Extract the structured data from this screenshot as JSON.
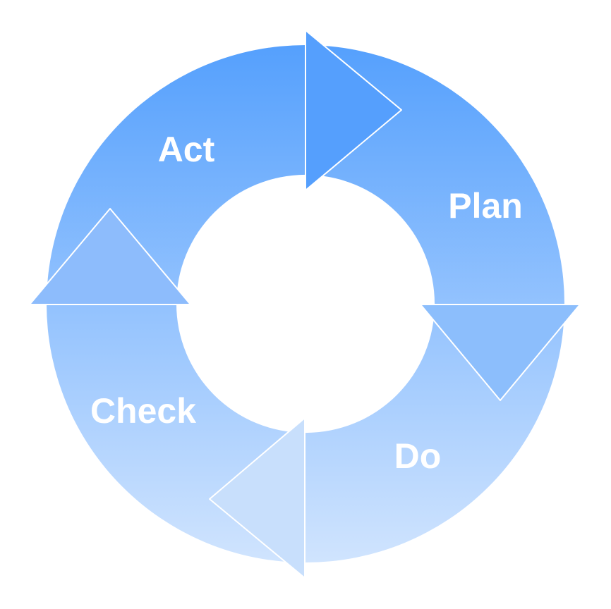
{
  "diagram": {
    "type": "cycle",
    "stages": [
      {
        "id": "act",
        "label": "Act"
      },
      {
        "id": "plan",
        "label": "Plan"
      },
      {
        "id": "do",
        "label": "Do"
      },
      {
        "id": "check",
        "label": "Check"
      }
    ],
    "colors": {
      "gradient_top": "#55a0fd",
      "gradient_bottom": "#d0e4fe",
      "arrow_top": "#559ffd",
      "arrow_right": "#8cbefc",
      "arrow_bottom": "#c8dffc",
      "arrow_left": "#8dbcfc",
      "edge": "#ffffff"
    }
  }
}
